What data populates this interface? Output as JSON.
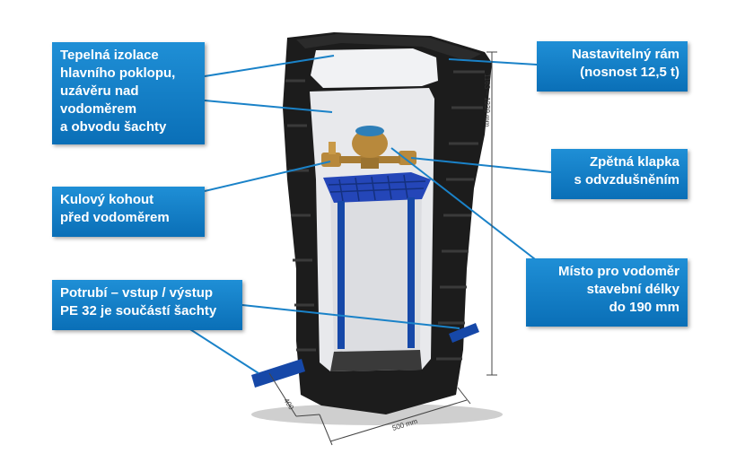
{
  "callouts": {
    "insulation": {
      "lines": [
        "Tepelná izolace",
        "hlavního poklopu,",
        "uzávěru nad",
        "vodoměrem",
        "a obvodu šachty"
      ]
    },
    "frame": {
      "lines": [
        "Nastavitelný rám",
        "(nosnost 12,5 t)"
      ]
    },
    "ball_valve": {
      "lines": [
        "Kulový kohout",
        "před vodoměrem"
      ]
    },
    "check_valve": {
      "lines": [
        "Zpětná klapka",
        "s odvzdušněním"
      ]
    },
    "meter_place": {
      "lines": [
        "Místo pro vodoměr",
        "stavební délky",
        "do 190 mm"
      ]
    },
    "pipe": {
      "lines": [
        "Potrubí – vstup / výstup",
        "PE 32 je součástí šachty"
      ]
    }
  },
  "dimensions": {
    "height": "1163 – 1339 mm",
    "depth": "400",
    "width": "500 mm"
  },
  "colors": {
    "callout_blue": "#0a6fb7",
    "leader_blue": "#1a82c8",
    "shaft_black": "#1c1c1c",
    "insulation_white": "#ecedf0",
    "pipe_blue": "#1648a8",
    "brass": "#b8893c"
  }
}
